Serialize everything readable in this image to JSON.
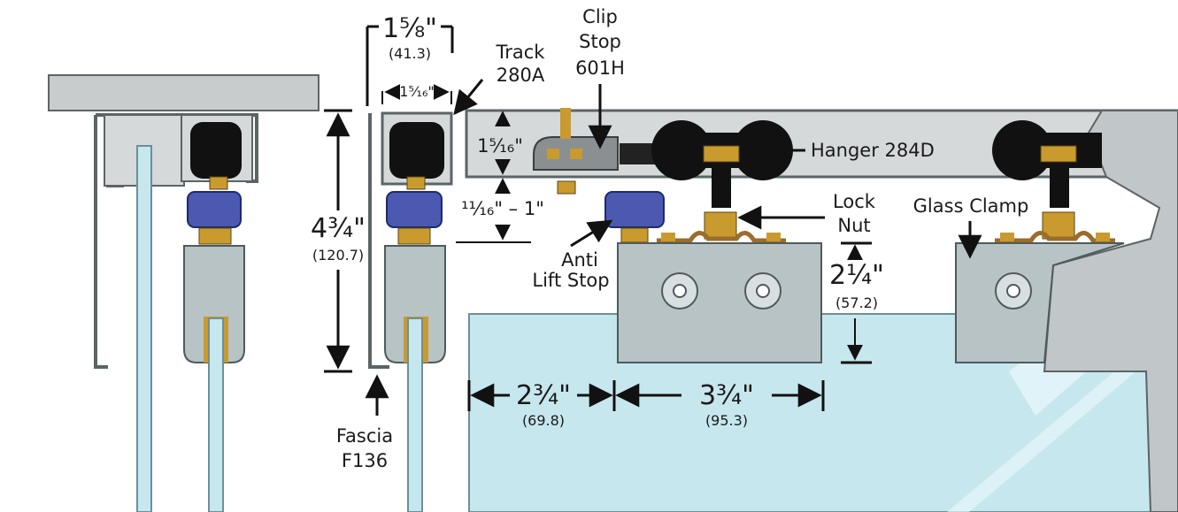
{
  "labels": {
    "top_width": "1⅝\"",
    "top_width_mm": "(41.3)",
    "inner_width": "1⁵⁄₁₆\"",
    "track_line1": "Track",
    "track_line2": "280A",
    "clip_line1": "Clip",
    "clip_line2": "Stop",
    "clip_line3": "601H",
    "track_height": "1⁵⁄₁₆\"",
    "hanger": "Hanger 284D",
    "gap": "¹¹⁄₁₆\" – 1\"",
    "overall_height": "4¾\"",
    "overall_height_mm": "(120.7)",
    "anti_line1": "Anti",
    "anti_line2": "Lift Stop",
    "lock_line1": "Lock",
    "lock_line2": "Nut",
    "glass_clamp": "Glass Clamp",
    "clamp_height": "2¼\"",
    "clamp_height_mm": "(57.2)",
    "offset": "2¾\"",
    "offset_mm": "(69.8)",
    "clamp_length": "3¾\"",
    "clamp_length_mm": "(95.3)",
    "fascia_line1": "Fascia",
    "fascia_line2": "F136"
  },
  "colors": {
    "ceiling": "#c9cccd",
    "track": "#d5d9da",
    "track_outline": "#5c6466",
    "wheel": "#111111",
    "brass": "#c99a2e",
    "blue_stop": "#4b59b0",
    "clamp": "#b8c3c6",
    "glass": "#c7e7ef",
    "glass_edge": "#6d8f97",
    "dimension": "#111111"
  }
}
